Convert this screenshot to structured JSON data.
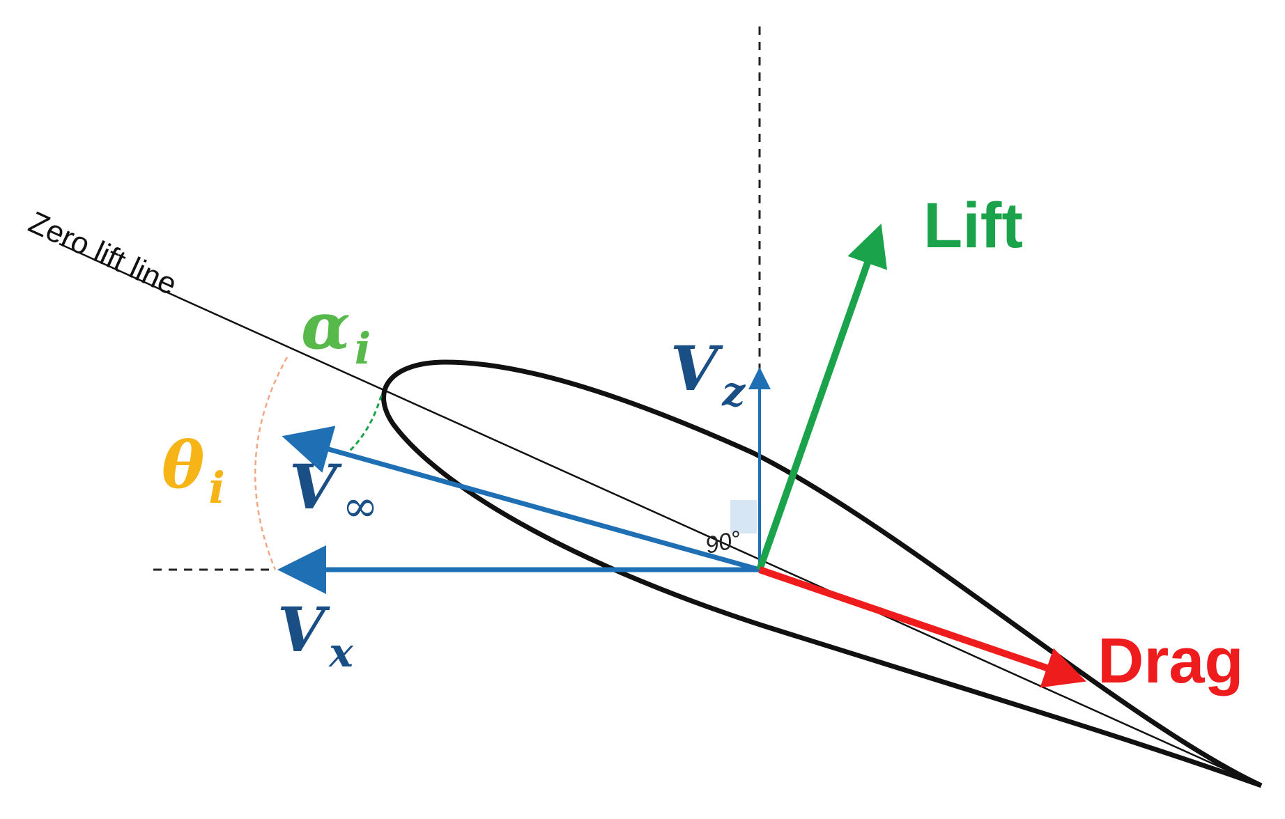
{
  "colors": {
    "velocity": "#1f6fb4",
    "velocity_label": "#1a4f86",
    "lift": "#1aa34a",
    "drag": "#ee1c1c",
    "alpha": "#56b94a",
    "theta": "#f7b417",
    "theta_arc": "#f4a582",
    "airfoil": "#111111",
    "right_angle_fill": "#d6e6f5"
  },
  "labels": {
    "zero_lift_line": "Zero lift line",
    "lift": "Lift",
    "drag": "Drag",
    "right_angle": "90°",
    "v_z": {
      "main": "V",
      "sub": "z"
    },
    "v_x": {
      "main": "V",
      "sub": "x"
    },
    "v_inf": {
      "main": "V",
      "sub": "∞"
    },
    "alpha_i": {
      "main": "α",
      "sub": "i"
    },
    "theta_i": {
      "main": "θ",
      "sub": "i"
    }
  }
}
